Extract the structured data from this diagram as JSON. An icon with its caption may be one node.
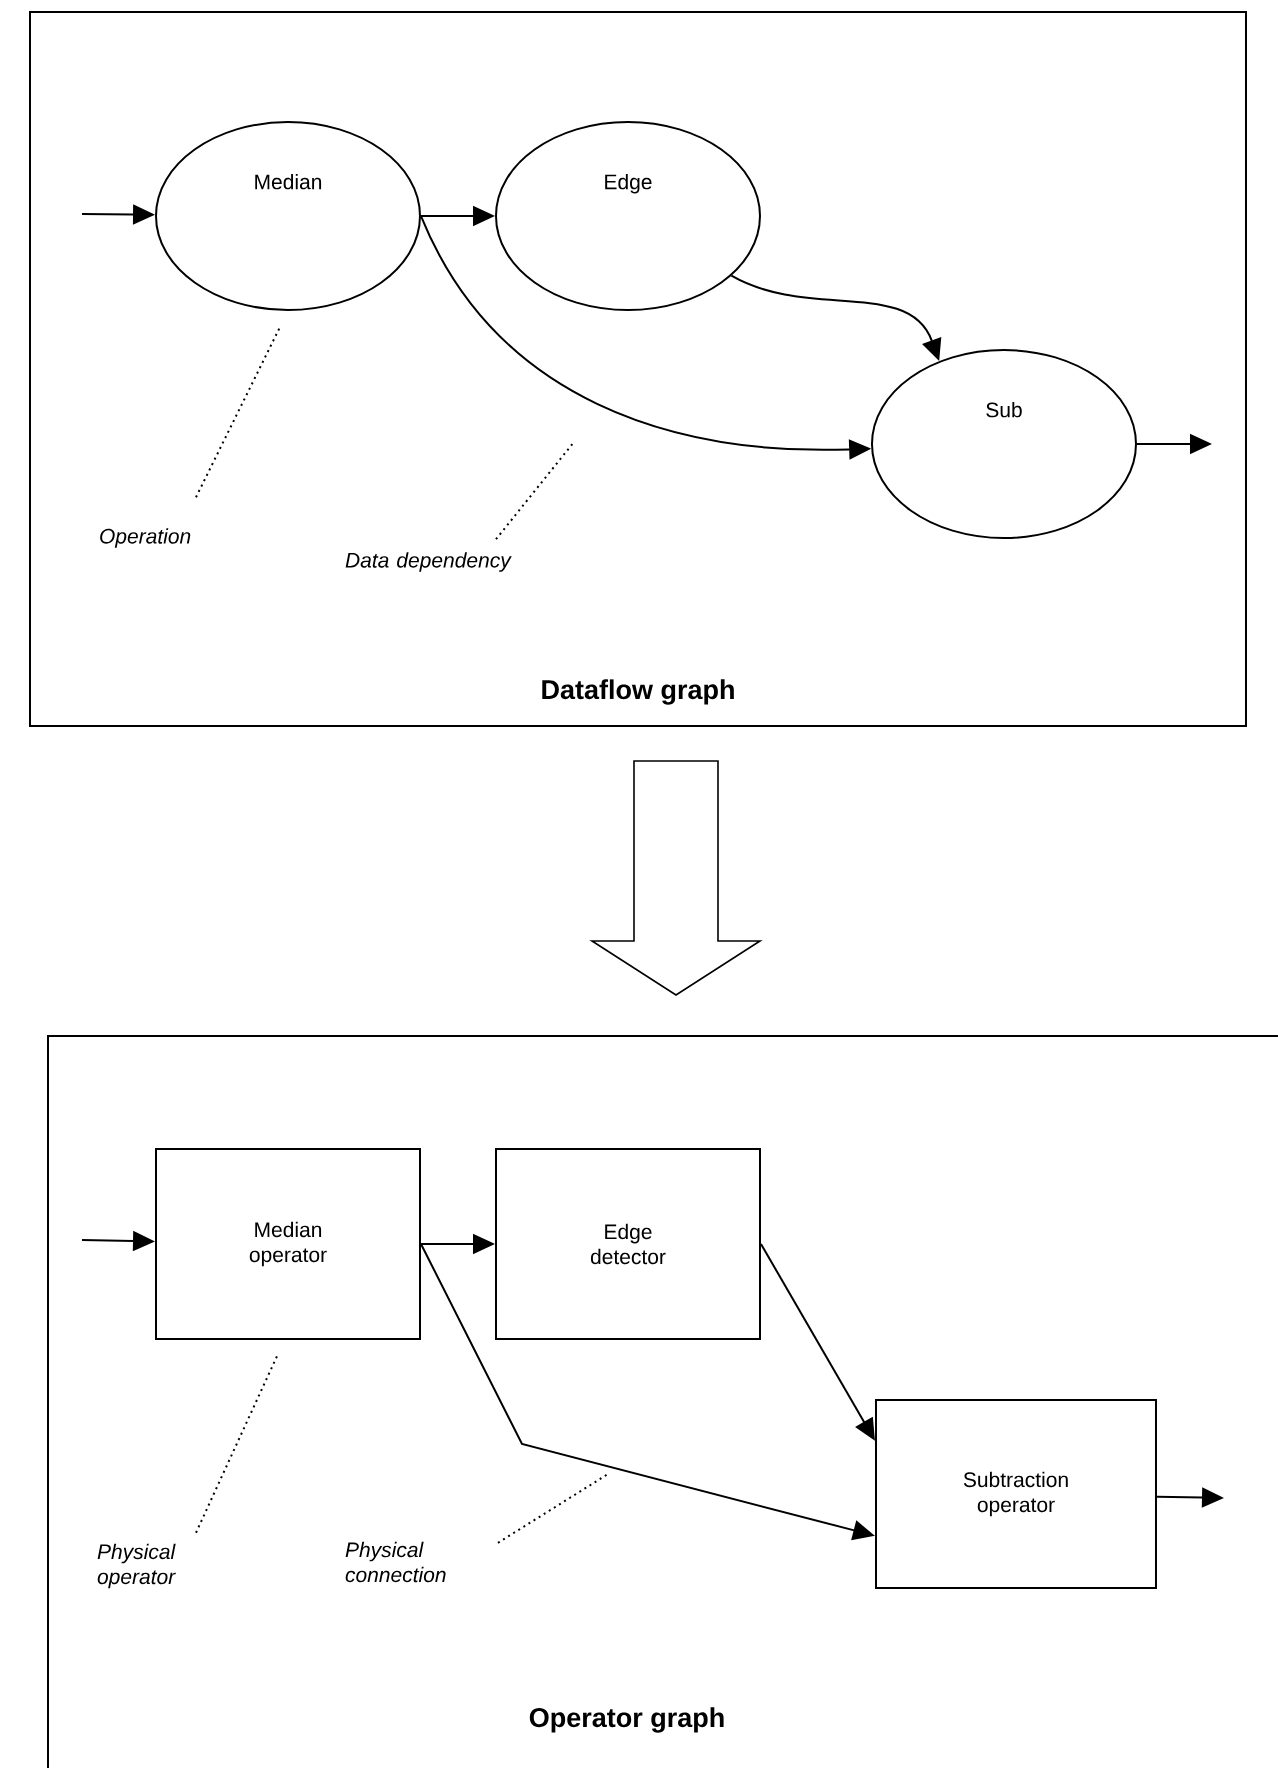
{
  "diagram": {
    "nodes": [
      {
        "text": [
          "Dataflow graph"
        ]
      },
      {
        "text": [
          "Median"
        ],
        "in": 0
      },
      {
        "text": [
          "Edge"
        ],
        "in": 0
      },
      {
        "text": [
          "Sub"
        ],
        "in": 0
      },
      {
        "text": [
          "Operation"
        ],
        "in": 0
      },
      {
        "text": [
          "Data dependency"
        ],
        "in": 0
      },
      {
        "text": [
          "Operator graph"
        ]
      },
      {
        "text": [
          "Median operator"
        ],
        "in": 6
      },
      {
        "text": [
          "Edge detector"
        ],
        "in": 6
      },
      {
        "text": [
          "Subtraction operator"
        ],
        "in": 6
      },
      {
        "text": [
          "Physical operator"
        ],
        "in": 6
      },
      {
        "text": [
          "Physical connection"
        ],
        "in": 6
      }
    ],
    "edges": [
      {
        "from": null,
        "to": 1,
        "arrow": "to"
      },
      {
        "from": 1,
        "to": 2,
        "arrow": "to"
      },
      {
        "from": 2,
        "to": 3,
        "arrow": "to"
      },
      {
        "from": 1,
        "to": 3,
        "arrow": "to"
      },
      {
        "from": 3,
        "to": null,
        "arrow": "to"
      },
      {
        "from": 4,
        "to": 1,
        "arrow": "none",
        "style": "dashed"
      },
      {
        "from": 5,
        "to": null,
        "arrow": "none",
        "style": "dashed"
      },
      {
        "from": null,
        "to": 7,
        "arrow": "to"
      },
      {
        "from": 7,
        "to": 8,
        "arrow": "to"
      },
      {
        "from": 8,
        "to": 9,
        "arrow": "to"
      },
      {
        "from": 7,
        "to": 9,
        "arrow": "to"
      },
      {
        "from": 9,
        "to": null,
        "arrow": "to"
      },
      {
        "from": 10,
        "to": 7,
        "arrow": "none",
        "style": "dashed"
      },
      {
        "from": 11,
        "to": null,
        "arrow": "none",
        "style": "dashed"
      },
      {
        "from": 0,
        "to": 6,
        "arrow": "to"
      }
    ]
  }
}
